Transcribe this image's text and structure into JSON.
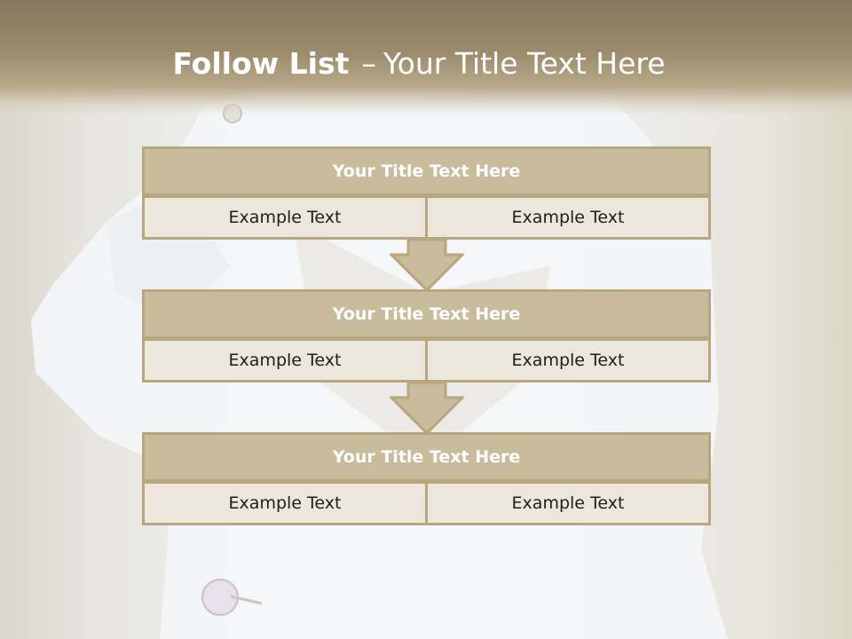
{
  "title": {
    "strong": "Follow List",
    "dash": "–",
    "rest": "Your Title Text Here"
  },
  "blocks": [
    {
      "title": "Your Title Text Here",
      "left": "Example Text",
      "right": "Example Text"
    },
    {
      "title": "Your Title Text Here",
      "left": "Example Text",
      "right": "Example Text"
    },
    {
      "title": "Your Title Text Here",
      "left": "Example Text",
      "right": "Example Text"
    }
  ],
  "colors": {
    "header": "#9b8b6c",
    "title_row": "#c9bc9c",
    "border": "#b8a77e",
    "cell": "#ece6dd"
  }
}
